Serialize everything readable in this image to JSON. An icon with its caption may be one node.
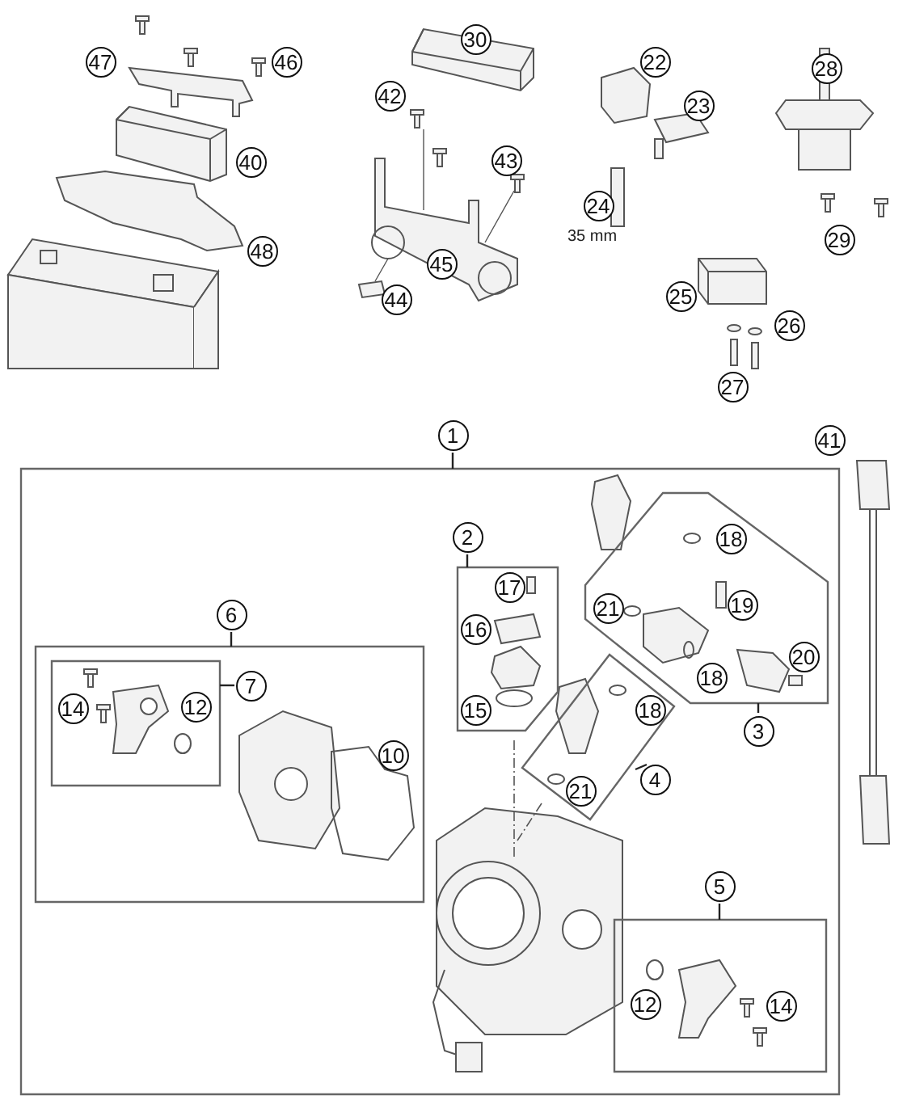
{
  "diagram": {
    "nodes": [
      {
        "text": [
          "1"
        ]
      },
      {
        "text": [
          "6"
        ],
        "in": 0
      },
      {
        "text": [
          "7"
        ],
        "in": 1
      },
      {
        "text": [
          "2"
        ],
        "in": 0
      },
      {
        "text": [
          "3"
        ],
        "in": 0
      },
      {
        "text": [
          "4"
        ],
        "in": 0
      },
      {
        "text": [
          "5"
        ],
        "in": 0
      }
    ],
    "labels": [
      "47",
      "46",
      "30",
      "22",
      "28",
      "42",
      "23",
      "40",
      "43",
      "24",
      "35 mm",
      "29",
      "48",
      "45",
      "25",
      "44",
      "26",
      "27",
      "41",
      "18",
      "21",
      "17",
      "19",
      "16",
      "18",
      "20",
      "14",
      "12",
      "18",
      "15",
      "10",
      "21",
      "12",
      "14"
    ]
  }
}
